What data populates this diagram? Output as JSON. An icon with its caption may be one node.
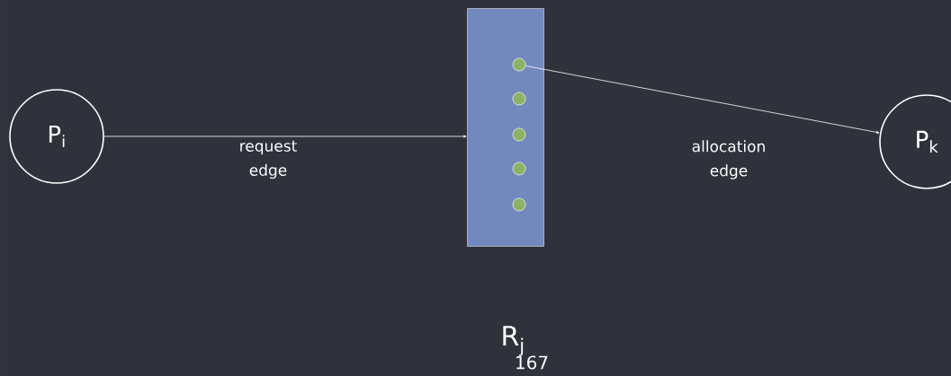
{
  "diagram": {
    "nodes": [
      {
        "text": [
          "P$_{i}$"
        ]
      },
      {
        "text": [],
        "shape": "box",
        "beside": [
          "R$_{j}$"
        ]
      },
      {
        "text": [],
        "shape": "circle",
        "in": 1
      },
      {
        "text": [],
        "shape": "circle",
        "in": 1
      },
      {
        "text": [],
        "shape": "circle",
        "in": 1
      },
      {
        "text": [],
        "shape": "circle",
        "in": 1
      },
      {
        "text": [],
        "shape": "circle",
        "in": 1
      },
      {
        "text": [
          "P$_{k}$"
        ]
      }
    ],
    "edges": [
      {
        "from": 0,
        "to": 1,
        "arrow": "to",
        "label": "request edge"
      },
      {
        "from": 2,
        "to": 7,
        "arrow": "to",
        "label": "allocation edge"
      }
    ],
    "labels": [
      "167"
    ]
  }
}
